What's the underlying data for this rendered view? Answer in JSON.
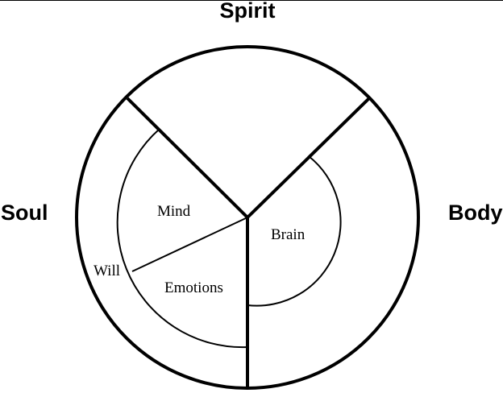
{
  "diagram": {
    "labels": {
      "spirit": "Spirit",
      "soul": "Soul",
      "body": "Body",
      "mind": "Mind",
      "will": "Will",
      "emotions": "Emotions",
      "brain": "Brain"
    }
  }
}
